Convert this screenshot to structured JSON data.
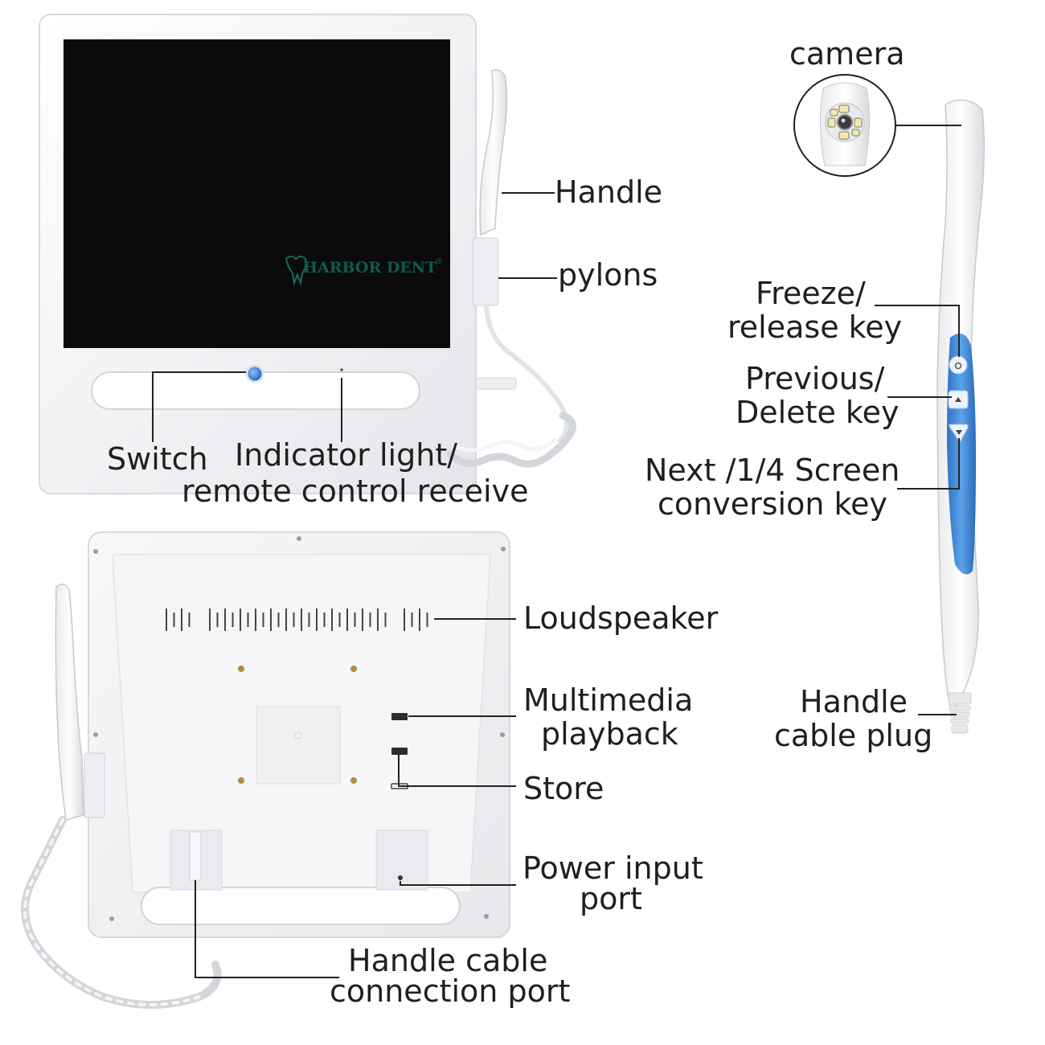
{
  "brand": {
    "name": "HARBOR DENT",
    "mark": "®"
  },
  "labels": {
    "camera": "camera",
    "handle": "Handle",
    "pylons": "pylons",
    "freeze_1": "Freeze/",
    "freeze_2": "release key",
    "previous_1": "Previous/",
    "previous_2": "Delete key",
    "next_1": "Next /1/4 Screen",
    "next_2": "conversion key",
    "switch": "Switch",
    "indicator_1": "Indicator light/",
    "indicator_2": "remote control receive",
    "loudspeaker": "Loudspeaker",
    "multimedia_1": "Multimedia",
    "multimedia_2": "playback",
    "store": "Store",
    "power_1": "Power input",
    "power_2": "port",
    "cable_port_1": "Handle cable",
    "cable_port_2": "connection port",
    "cable_plug_1": "Handle",
    "cable_plug_2": "cable plug"
  },
  "colors": {
    "accent_blue": "#3a86d6",
    "bezel": "#f2f3f5",
    "screen": "#0b0b0b",
    "brand_text": "#0f5a4c"
  }
}
